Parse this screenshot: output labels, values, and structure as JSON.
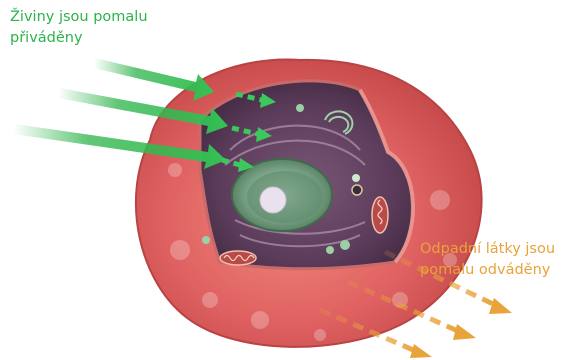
{
  "labels": {
    "nutrients_in": {
      "lines": [
        "Živiny jsou pomalu",
        "přiváděny"
      ]
    },
    "waste_out": {
      "lines": [
        "Odpadní látky jsou",
        "pomalu odváděny"
      ]
    }
  },
  "colors": {
    "nutrients": "#2db34a",
    "waste": "#e8a33a",
    "membrane": "#d85a5a",
    "cytoplasm": "#5c3f5c",
    "nucleus": "#6f9a7c",
    "nucleolus": "#e9e2ee"
  },
  "icons": {
    "nutrient_arrows": "green-arrow-icon",
    "waste_arrows": "orange-dashed-arrow-icon"
  }
}
